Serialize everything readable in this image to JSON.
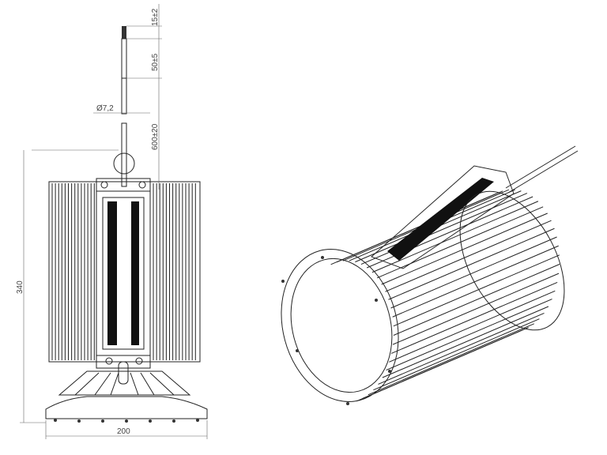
{
  "dimensions": {
    "cable_end_length": "15±2",
    "cable_strip_length": "50±5",
    "cable_diameter": "Ø7,2",
    "cable_length": "600±20",
    "height": "340",
    "width": "200"
  }
}
